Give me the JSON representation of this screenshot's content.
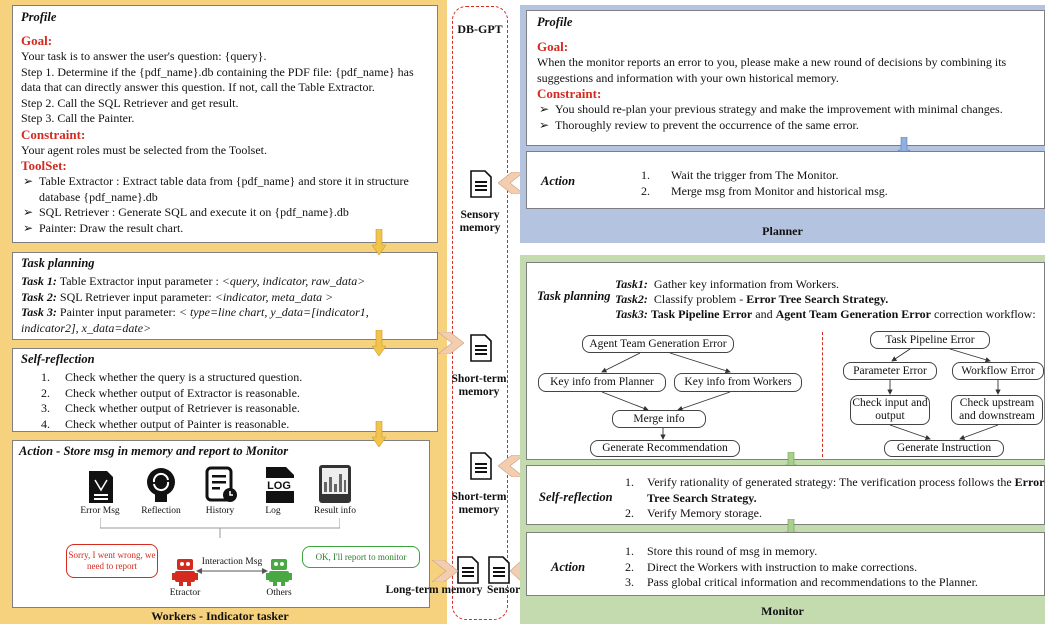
{
  "workers": {
    "profile": {
      "title": "Profile",
      "goal_label": "Goal:",
      "goal_lines": [
        "Your task is to answer the user's question: {query}.",
        "Step 1. Determine if the {pdf_name}.db containing the PDF file: {pdf_name} has",
        "data that can directly answer this question. If not, call the Table Extractor.",
        "Step 2. Call the SQL Retriever and get result.",
        "Step 3. Call the Painter."
      ],
      "constraint_label": "Constraint:",
      "constraint_text": "Your agent roles must be selected from the Toolset.",
      "toolset_label": "ToolSet:",
      "toolset": [
        "Table Extractor : Extract table data from {pdf_name} and store it in structure database {pdf_name}.db",
        "SQL Retriever : Generate SQL and execute it on {pdf_name}.db",
        "Painter: Draw the result chart."
      ]
    },
    "task_planning": {
      "title": "Task planning",
      "tasks": [
        {
          "label": "Task 1:",
          "text": "Table Extractor input parameter : ",
          "param": "<query, indicator, raw_data>"
        },
        {
          "label": "Task 2:",
          "text": "SQL Retriever input parameter: ",
          "param": "<indicator, meta_data >"
        },
        {
          "label": "Task 3:",
          "text": "Painter input parameter: ",
          "param": "< type=line chart, y_data=[indicator1, indicator2], x_data=date>"
        }
      ]
    },
    "self_reflection": {
      "title": "Self-reflection",
      "items": [
        "Check whether the query is a structured question.",
        "Check whether output of Extractor is reasonable.",
        "Check whether output of Retriever is reasonable.",
        "Check whether output of Painter is reasonable."
      ]
    },
    "action": {
      "title": "Action -  Store msg in memory  and report to Monitor",
      "icons": [
        {
          "name": "error-msg-icon",
          "label": "Error Msg"
        },
        {
          "name": "reflection-icon",
          "label": "Reflection"
        },
        {
          "name": "history-icon",
          "label": "History"
        },
        {
          "name": "log-icon",
          "label": "Log"
        },
        {
          "name": "result-info-icon",
          "label": "Result info"
        }
      ],
      "bubble_red": "Sorry, I went wrong, we need to report",
      "bubble_green": "OK, I'll report to monitor",
      "interaction_label": "Interaction Msg",
      "agent1_label": "Etractor",
      "agent2_label": "Others",
      "log_text": "LOG"
    },
    "footer": "Workers - Indicator tasker"
  },
  "center": {
    "title": "DB-GPT",
    "memories": [
      "Sensory memory",
      "Short-term memory",
      "Short-term memory",
      "Long-term memory",
      "Sensory memory"
    ]
  },
  "planner": {
    "profile_title": "Profile",
    "goal_label": "Goal:",
    "goal_lines": [
      "When the monitor reports an error to you, please make a new round of decisions by combining its",
      "suggestions and information with your own historical memory."
    ],
    "constraint_label": "Constraint:",
    "constraints": [
      "You should re-plan your previous strategy and make the improvement with minimal changes.",
      "Thoroughly review to prevent the occurrence of the same error."
    ],
    "action_title": "Action",
    "action_items": [
      "Wait the trigger from The Monitor.",
      "Merge  msg from Monitor and historical msg."
    ],
    "footer": "Planner"
  },
  "monitor": {
    "task_planning_title": "Task planning",
    "tasks": [
      {
        "label": "Task1:",
        "text": "Gather key information from Workers.",
        "bold": ""
      },
      {
        "label": "Task2:",
        "text": "Classify problem - ",
        "bold": "Error Tree Search Strategy."
      },
      {
        "label": "Task3:",
        "text": "",
        "bold": "Task Pipeline Error",
        "mid": " and ",
        "bold2": "Agent Team Generation Error",
        "tail": " correction workflow:"
      }
    ],
    "diagram_left": {
      "top": "Agent Team Generation Error",
      "left": "Key info from Planner",
      "right": "Key info from Workers",
      "merge": "Merge info",
      "bottom": "Generate Recommendation"
    },
    "diagram_right": {
      "top": "Task Pipeline Error",
      "left": "Parameter Error",
      "right": "Workflow Error",
      "left_sub": "Check input and output",
      "right_sub": "Check upstream and downstream",
      "bottom": "Generate Instruction"
    },
    "self_reflection_title": "Self-reflection",
    "self_reflection_items": [
      {
        "text": "Verify rationality of  generated strategy: The verification process follows the ",
        "bold": "Error Tree Search Strategy."
      },
      {
        "text": "Verify Memory storage.",
        "bold": ""
      }
    ],
    "action_title": "Action",
    "action_items": [
      "Store this round of msg in memory.",
      "Direct the Workers with instruction to make corrections.",
      "Pass global critical information and recommendations to the Planner."
    ],
    "footer": "Monitor"
  },
  "colors": {
    "workers_bg": "#f6d27e",
    "planner_bg": "#b4c3e0",
    "monitor_bg": "#c4dbb0",
    "accent_red": "#d42a1f",
    "arrow_yellow": "#f2c44e",
    "arrow_peach": "#f3cdb0"
  }
}
